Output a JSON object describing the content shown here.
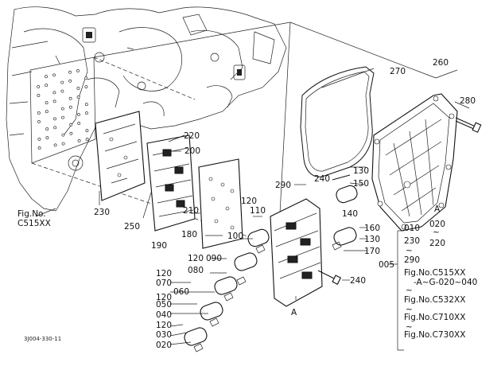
{
  "diagram_code": "3J004-330-11",
  "callouts": {
    "p010": "010",
    "p020": "020",
    "p030": "030",
    "p040": "040",
    "p050": "050",
    "p060": "060",
    "p070": "070",
    "p080": "080",
    "p090": "090",
    "p100": "100",
    "p110": "110",
    "p120a": "120",
    "p120b": "120",
    "p120c": "120",
    "p120d": "120",
    "p120e": "120",
    "p130a": "130",
    "p130b": "130",
    "p140": "140",
    "p150": "150",
    "p160": "160",
    "p170": "170",
    "p180": "180",
    "p190": "190",
    "p200": "200",
    "p210": "210",
    "p220a": "220",
    "p220b": "220",
    "p230a": "230",
    "p230b": "230",
    "p240a": "240",
    "p240b": "240",
    "p250": "250",
    "p260": "260",
    "p270": "270",
    "p280": "280",
    "p290a": "290",
    "p290b": "290",
    "p005": "005",
    "p020b": "020",
    "markA1": "A",
    "markA2": "A"
  },
  "fig_ref_left": {
    "line1": "Fig.No.",
    "line2": "C515XX"
  },
  "legend": {
    "tilde1": "~",
    "tilde2": "~",
    "tilde3": "~",
    "tilde4": "~",
    "tilde5": "~",
    "fig1": "Fig.No.C515XX",
    "fig1_sub": "-A~G-020~040",
    "fig2": "Fig.No.C532XX",
    "fig3": "Fig.No.C710XX",
    "fig4": "Fig.No.C730XX"
  }
}
